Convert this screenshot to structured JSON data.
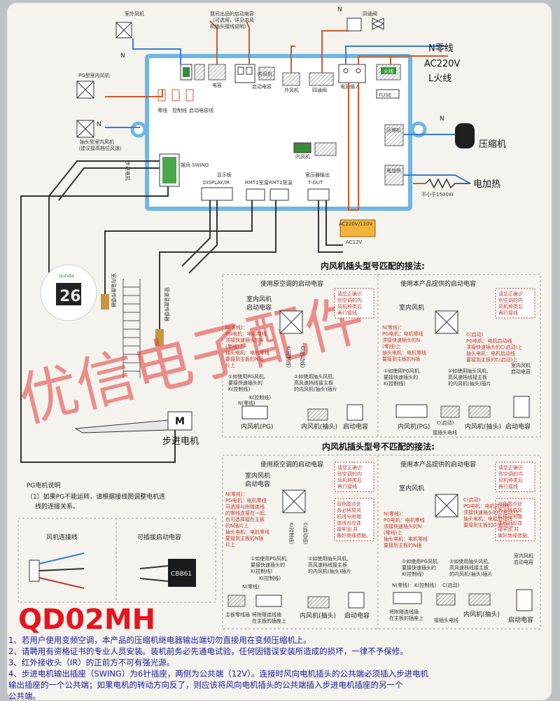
{
  "board": {
    "outdoor_fan": "室外风机",
    "pg_fan": "PG型室内风机",
    "tap_fan": "抽头型室内风机",
    "tap_fan_note": "（建议接高档位风速）",
    "n": "N",
    "note_top_1": "我司出品的启动电容",
    "note_top_2": "（可选用，详见内风",
    "note_top_3": "机插头接线说明）",
    "capacitor": "电容",
    "start_cap": "启动电容",
    "fan_motor": "内风机",
    "outdoor_fan_port": "外风机",
    "four_way_port": "四通阀",
    "power_input": "电源输入",
    "fire": "火线",
    "fuse": "FUSE",
    "neutral_port": "零线",
    "control_port": "控制线",
    "start_cap_port": "启动电容线",
    "display": "显示板",
    "display_ir": "DISPLAY/IR",
    "rmt1": "RMT1室温",
    "rmt2": "RMT2管温",
    "tout_cn": "室压器输出",
    "tout": "T-OUT",
    "compressor_port": "压缩机",
    "heater_port": "电加热",
    "swing": "摆风 SWING",
    "stepper_label": "步进电机",
    "four_way": "四通阀",
    "n_line": "N零线",
    "ac220": "AC220V",
    "l_line": "L火线",
    "compressor": "压缩机",
    "heater": "电加热",
    "min_power": "不小于1500W",
    "ac_transformer": "AC220V/110V",
    "ac12": "AC12V",
    "room_sensor": "室内温度传感器",
    "pipe_sensor": "管道温度传感器",
    "stepper_motor": "步进电机",
    "m": "M",
    "brand": "qunda",
    "display_temp": "26"
  },
  "match": {
    "title": "内风机插头型号匹配的接法:",
    "left_title": "使用原空调的启动电容",
    "right_title": "使用本产品提供的启动电容",
    "indoor_fan": "室内风机",
    "start_cap": "启动电容",
    "confirm": [
      "请您正确识",
      "别空调的内",
      "风机种类后",
      "再行接线"
    ],
    "n_note": [
      "N(零线)：",
      "PG电机：电机零线",
      "须接快速插头的N",
      "(零线)上",
      "抽头电机：电机零线",
      "要接到主板的N插",
      "片上"
    ],
    "k_label": "K(控制线)",
    "c_label": "C(启动线)",
    "note1": [
      "①如使用PG风机,",
      "要接快速插头的",
      "K(控制线)"
    ],
    "note2": [
      "②如使用抽头风机,",
      "高风速档线接主板",
      "的内风机(抽头)插片"
    ],
    "c_note": [
      "C(启动)",
      "PG电机：电机启动线",
      "须接快速插头的C(启动)上",
      "抽头电机：电机启动线",
      "要接到主板的C(启动)上"
    ],
    "n_lbl": "N(零线)",
    "k_lbl": "K(控制线)",
    "c_start": "C(启动)",
    "c_sub": "接插头电线",
    "pg_fan": "内风机(PG)",
    "tap_fan": "内风机(抽头)",
    "start_cap_label": "启动电容",
    "indoor_cap": [
      "室内风机",
      "启动电容"
    ]
  },
  "mismatch": {
    "title": "内风机插头型号不匹配的接法:",
    "left_title": "使用原空调的启动电容",
    "right_title": "使用本产品提供的启动电容",
    "indoor_fan": "室内风机",
    "start_cap": "启动电容",
    "confirm": [
      "请您正确识",
      "别空调的内",
      "风机种类后",
      "再行接线"
    ],
    "n_note": [
      "N(零线)：",
      "PG电机：电机零线",
      "可选择与附赠连线",
      "的零线连接在一起,",
      "也可选择接在主板",
      "的N插片上",
      "抽头电机：电机零线",
      "要接到主板的N插",
      "片上"
    ],
    "dual_note": [
      "双色圆点处",
      "务必将原风",
      "机线与附赠",
      "连线对应连",
      "接牢固,并",
      "做好绝缘措施。"
    ],
    "k_label": "K(控制线)",
    "c_label": "C(启动线)",
    "note1": [
      "①如使用PG风机,",
      "要接快速插头的",
      "K(控制线)"
    ],
    "note2": [
      "②如使用抽头风机,",
      "高风速档线接主板",
      "的内风机(抽头)插片"
    ],
    "n_lbl": "N(零线)",
    "k_lbl": "K(控制线)",
    "c_start": "C(启动)",
    "main_n": "主板零线插",
    "adapter": [
      "将附赠连线插",
      "在主板的插座上"
    ],
    "adapter2": [
      "将附赠连线插",
      "在主板的插座上"
    ],
    "c_sub": "接插头电线",
    "tap_fan": "内风机(抽头)",
    "start_cap_label": "启动电容",
    "indoor_cap": [
      "室内风机",
      "启动电容"
    ]
  },
  "pg": {
    "title": "PG电机说明",
    "line1": "（1）如果PG不能运转，请根据接线图调整电机连",
    "line2": "线的连接关系。"
  },
  "accessories": {
    "fan_cable": "风机连接线",
    "plug_cap": "可插拔启动电容",
    "cap_code": "CBB61"
  },
  "model": "QD02MH",
  "watermark": "优信电子配件",
  "notes": [
    "1、若用户使用变频空调，本产品的压缩机继电器输出端切勿直接用在变频压缩机上。",
    "2、请聘用有资格证书的专业人员安装。装机前务必先通电试验，任何因错误安装所造成的损坏，一律不予保修。",
    "3、红外接收头（IR）的正前方不可有强光源。",
    "4、步进电机输出插座（SWING）为6针插座，两侧为公共端（12V）。连接时风向电机插头的公共端必须插入步进电机",
    "   输出插座的一个公共端；如果电机的转动方向反了，则应该将风向电机插头的公共端插入步进电机插座的另一个",
    "   公共端。"
  ]
}
